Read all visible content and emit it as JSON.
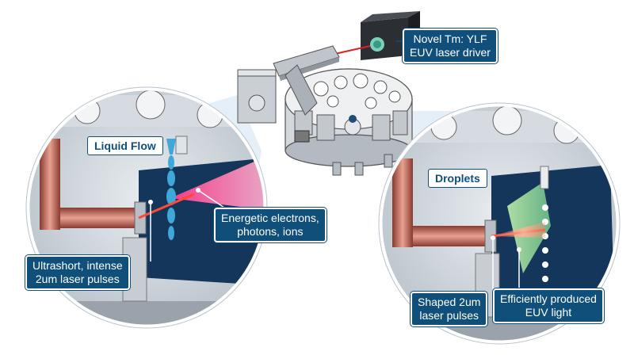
{
  "labels": {
    "laser_driver": [
      "Novel Tm: YLF",
      "EUV laser driver"
    ],
    "liquid_flow": "Liquid Flow",
    "droplets": "Droplets",
    "energetic": [
      "Energetic electrons,",
      "photons, ions"
    ],
    "ultrashort": [
      "Ultrashort, intense",
      "2um laser pulses"
    ],
    "shaped": [
      "Shaped 2um",
      "laser pulses"
    ],
    "efficiently": [
      "Efficiently produced",
      "EUV light"
    ]
  },
  "colors": {
    "label_bg": "#0f4f7a",
    "chamber_dark": "#14365a",
    "laser_red": "#c0392b",
    "pink_cone": "#ff5fa0",
    "green_cone": "#8fd19e",
    "metal": "#c8cdd2"
  }
}
